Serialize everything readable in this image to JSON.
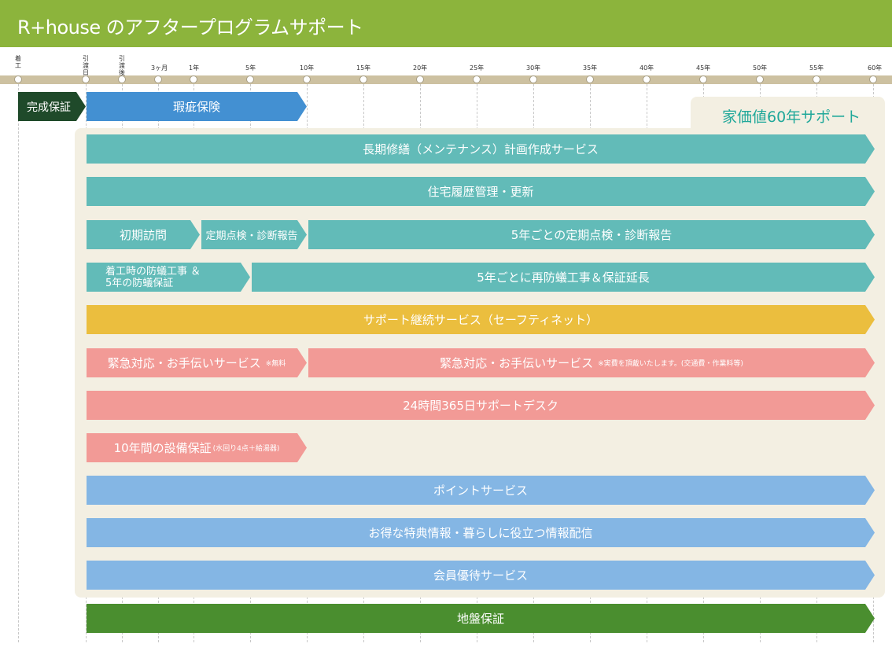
{
  "header": {
    "title": "R+house のアフタープログラムサポート"
  },
  "timeline": {
    "vertical_labels": [
      {
        "id": "start",
        "text": "着工"
      },
      {
        "id": "handover",
        "text": "引渡日"
      },
      {
        "id": "after_handover",
        "text": "引渡後"
      }
    ],
    "ticks": [
      "3ヶ月",
      "1年",
      "5年",
      "10年",
      "15年",
      "20年",
      "25年",
      "30年",
      "35年",
      "40年",
      "45年",
      "50年",
      "55年",
      "60年"
    ]
  },
  "support_label": "家価値60年サポート",
  "bars": [
    {
      "label": "完成保証",
      "color": "#1f4a2a"
    },
    {
      "label": "瑕疵保険",
      "color": "#4390d2"
    },
    {
      "label": "長期修繕（メンテナンス）計画作成サービス",
      "color": "#62bbb8"
    },
    {
      "label": "住宅履歴管理・更新",
      "color": "#62bbb8"
    },
    {
      "label": "初期訪問",
      "color": "#62bbb8"
    },
    {
      "label": "定期点検・診断報告",
      "color": "#62bbb8"
    },
    {
      "label": "5年ごとの定期点検・診断報告",
      "color": "#62bbb8"
    },
    {
      "label": "着工時の防蟻工事 ＆",
      "label2": "5年の防蟻保証",
      "color": "#62bbb8"
    },
    {
      "label": "5年ごとに再防蟻工事＆保証延長",
      "color": "#62bbb8"
    },
    {
      "label": "サポート継続サービス（セーフティネット）",
      "color": "#ebbe3e"
    },
    {
      "label": "緊急対応・お手伝いサービス",
      "note": "※無料",
      "color": "#f29a96"
    },
    {
      "label": "緊急対応・お手伝いサービス",
      "note": "※実費を頂戴いたします。(交通費・作業料等)",
      "color": "#f29a96"
    },
    {
      "label": "24時間365日サポートデスク",
      "color": "#f29a96"
    },
    {
      "label": "10年間の設備保証",
      "note": "(水回り4点＋給湯器)",
      "color": "#f29a96"
    },
    {
      "label": "ポイントサービス",
      "color": "#84b6e4"
    },
    {
      "label": "お得な特典情報・暮らしに役立つ情報配信",
      "color": "#84b6e4"
    },
    {
      "label": "会員優待サービス",
      "color": "#84b6e4"
    },
    {
      "label": "地盤保証",
      "color": "#4a8e2f"
    }
  ]
}
